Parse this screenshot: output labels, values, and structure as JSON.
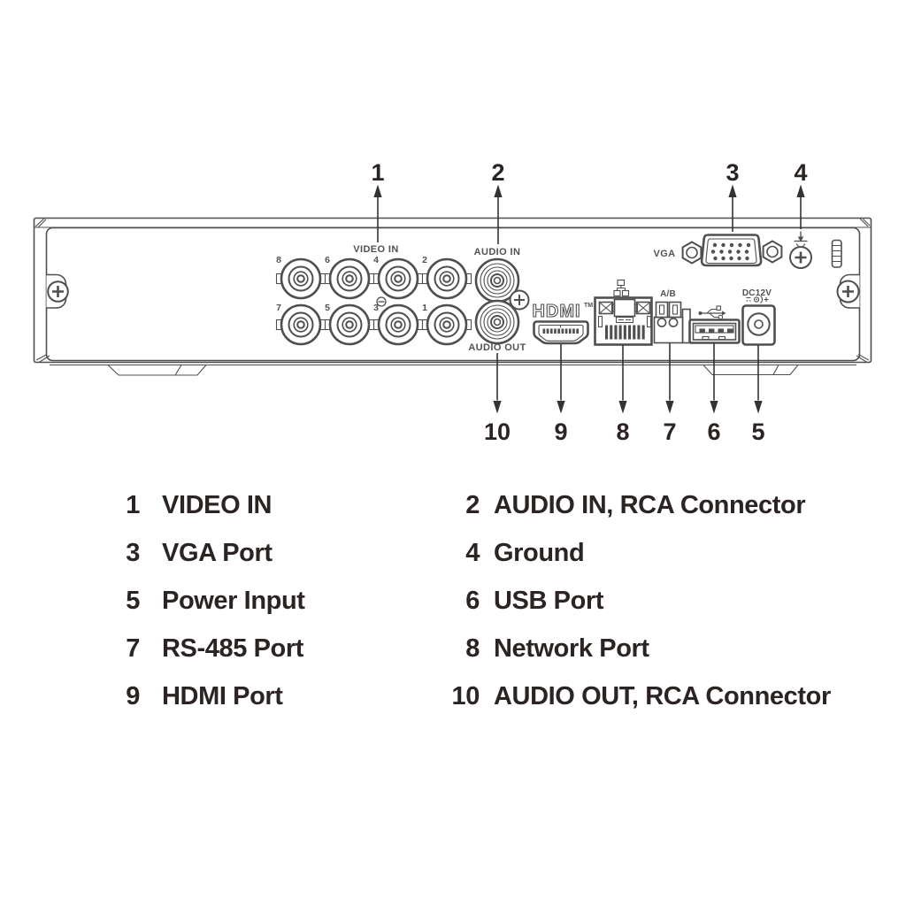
{
  "colors": {
    "line": "#4f4f4f",
    "callout": "#333333",
    "text": "#2b2423",
    "label_gray": "#525252"
  },
  "icons": {
    "network": "network-icon",
    "usb": "usb-icon",
    "ground": "ground-icon",
    "dc_polarity": "dc-polarity-icon"
  },
  "callouts": {
    "top": [
      "1",
      "2",
      "3",
      "4"
    ],
    "bottom": [
      "10",
      "9",
      "8",
      "7",
      "6",
      "5"
    ]
  },
  "panel": {
    "video_in_label": "VIDEO IN",
    "audio_in_label": "AUDIO IN",
    "audio_out_label": "AUDIO OUT",
    "hdmi_logo": "HDMI",
    "hdmi_tm": "TM",
    "vga_label": "VGA",
    "rs485_label": "A/B",
    "power_label": "DC12V",
    "bnc_top": [
      "8",
      "6",
      "4",
      "2"
    ],
    "bnc_bottom": [
      "7",
      "5",
      "3",
      "1"
    ]
  },
  "legend": {
    "items": [
      {
        "num": "1",
        "label": "VIDEO IN"
      },
      {
        "num": "2",
        "label": "AUDIO IN, RCA Connector"
      },
      {
        "num": "3",
        "label": "VGA Port"
      },
      {
        "num": "4",
        "label": "Ground"
      },
      {
        "num": "5",
        "label": "Power Input"
      },
      {
        "num": "6",
        "label": "USB Port"
      },
      {
        "num": "7",
        "label": "RS-485 Port"
      },
      {
        "num": "8",
        "label": "Network Port"
      },
      {
        "num": "9",
        "label": "HDMI Port"
      },
      {
        "num": "10",
        "label": "AUDIO OUT, RCA Connector"
      }
    ]
  }
}
